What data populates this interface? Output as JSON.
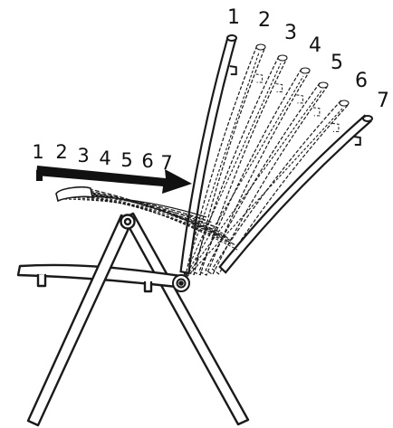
{
  "diagram": {
    "backrest_positions": [
      "1",
      "2",
      "3",
      "4",
      "5",
      "6",
      "7"
    ],
    "seat_positions": [
      "1",
      "2",
      "3",
      "4",
      "5",
      "6",
      "7"
    ],
    "colors": {
      "ink": "#111111",
      "background": "#ffffff",
      "outline": "#1a1a1a"
    }
  }
}
